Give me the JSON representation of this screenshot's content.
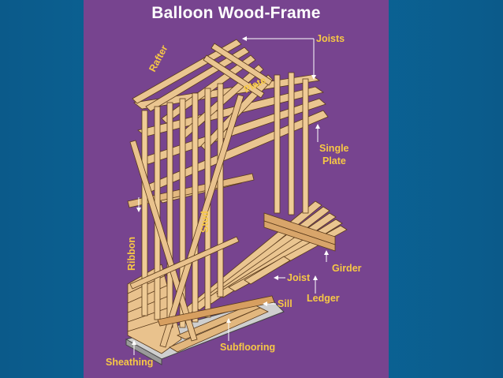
{
  "title": "Balloon Wood-Frame",
  "labels": {
    "joists": "Joists",
    "rafter": "Rafter",
    "plate": "Plate",
    "single_plate_line1": "Single",
    "single_plate_line2": "Plate",
    "stud": "Stud",
    "ribbon": "Ribbon",
    "girder": "Girder",
    "joist": "Joist",
    "ledger": "Ledger",
    "sill": "Sill",
    "subflooring": "Subflooring",
    "sheathing": "Sheathing"
  },
  "colors": {
    "background": "#0a6293",
    "panel": "#77448f",
    "title": "#ffffff",
    "label": "#f7c845",
    "wood": "#e9c28d",
    "wood_outline": "#5a3a1a",
    "foundation": "#c9c9c9"
  }
}
